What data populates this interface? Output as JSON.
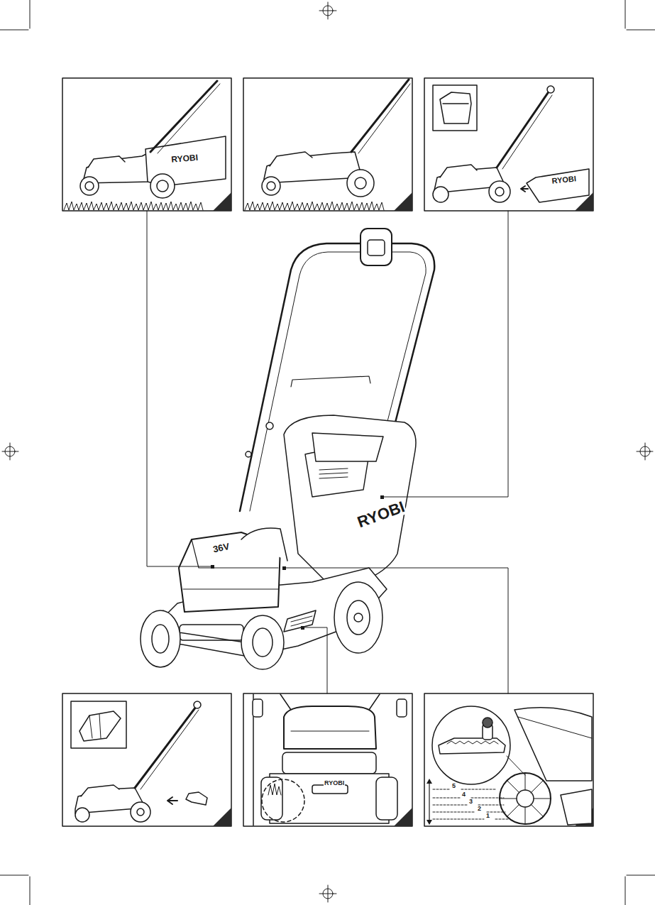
{
  "diagram": {
    "labels": [
      "RYOBI",
      "RYOBI",
      "RYOBI",
      "36V",
      "RYOBI",
      "5",
      "4",
      "3",
      "2",
      "1"
    ]
  }
}
